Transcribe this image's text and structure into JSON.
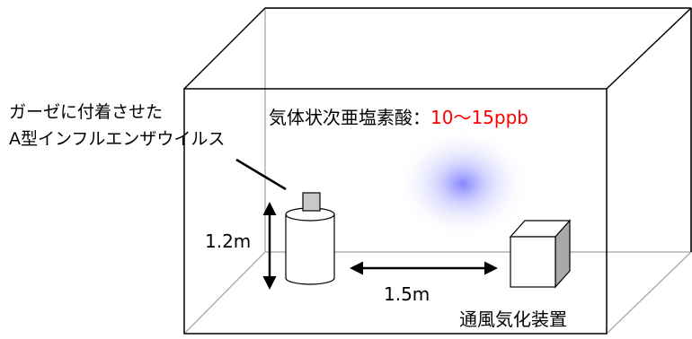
{
  "labels": {
    "virus_line1": "ガーゼに付着させた",
    "virus_line2": "A型インフルエンザウイルス",
    "gas_name": "気体状次亜塩素酸：",
    "gas_value": "10～15ppb",
    "height": "1.2m",
    "distance": "1.5m",
    "device": "通風気化装置"
  },
  "colors": {
    "room_lines": "#000000",
    "floor_lines": "#b0b0b0",
    "gas_value": "#ff0000",
    "gas_cloud": "#6e6eff",
    "device_front": "#ffffff",
    "device_side": "#a9a9a9",
    "cap": "#c8c8c8"
  }
}
